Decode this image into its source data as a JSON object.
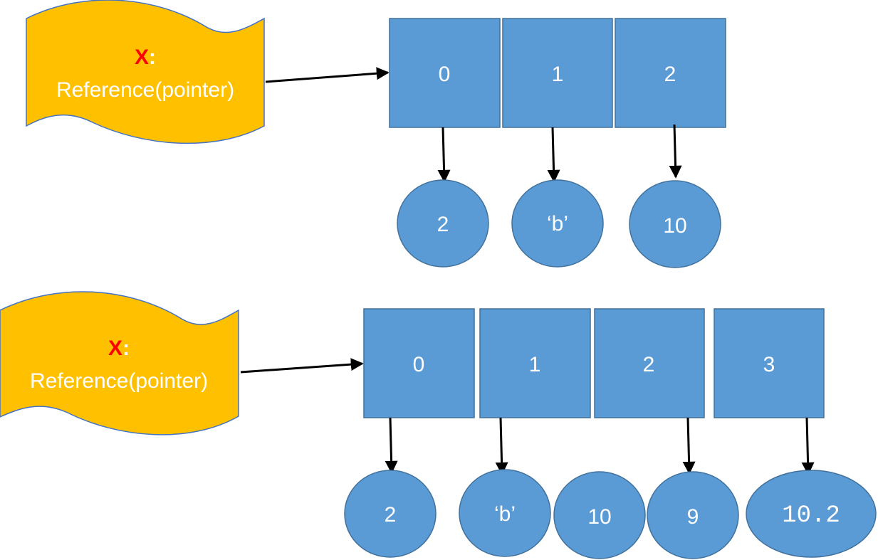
{
  "colors": {
    "banner_fill": "#FFC000",
    "banner_stroke": "#4472C4",
    "box_fill": "#5B9BD5",
    "box_stroke": "#41719C",
    "arrow": "#000000",
    "var_name": "#FF0000",
    "text": "#FFFFFF"
  },
  "top": {
    "banner": {
      "var_name": "X",
      "colon": ":",
      "label": "Reference(pointer)"
    },
    "cells": [
      "0",
      "1",
      "2"
    ],
    "values": [
      "2",
      "‘b’",
      "10"
    ]
  },
  "bottom": {
    "banner": {
      "var_name": "X",
      "colon": ":",
      "label": "Reference(pointer)"
    },
    "cells": [
      "0",
      "1",
      "2",
      "3"
    ],
    "values": [
      "2",
      "‘b’",
      "10",
      "9",
      "10.2"
    ]
  }
}
